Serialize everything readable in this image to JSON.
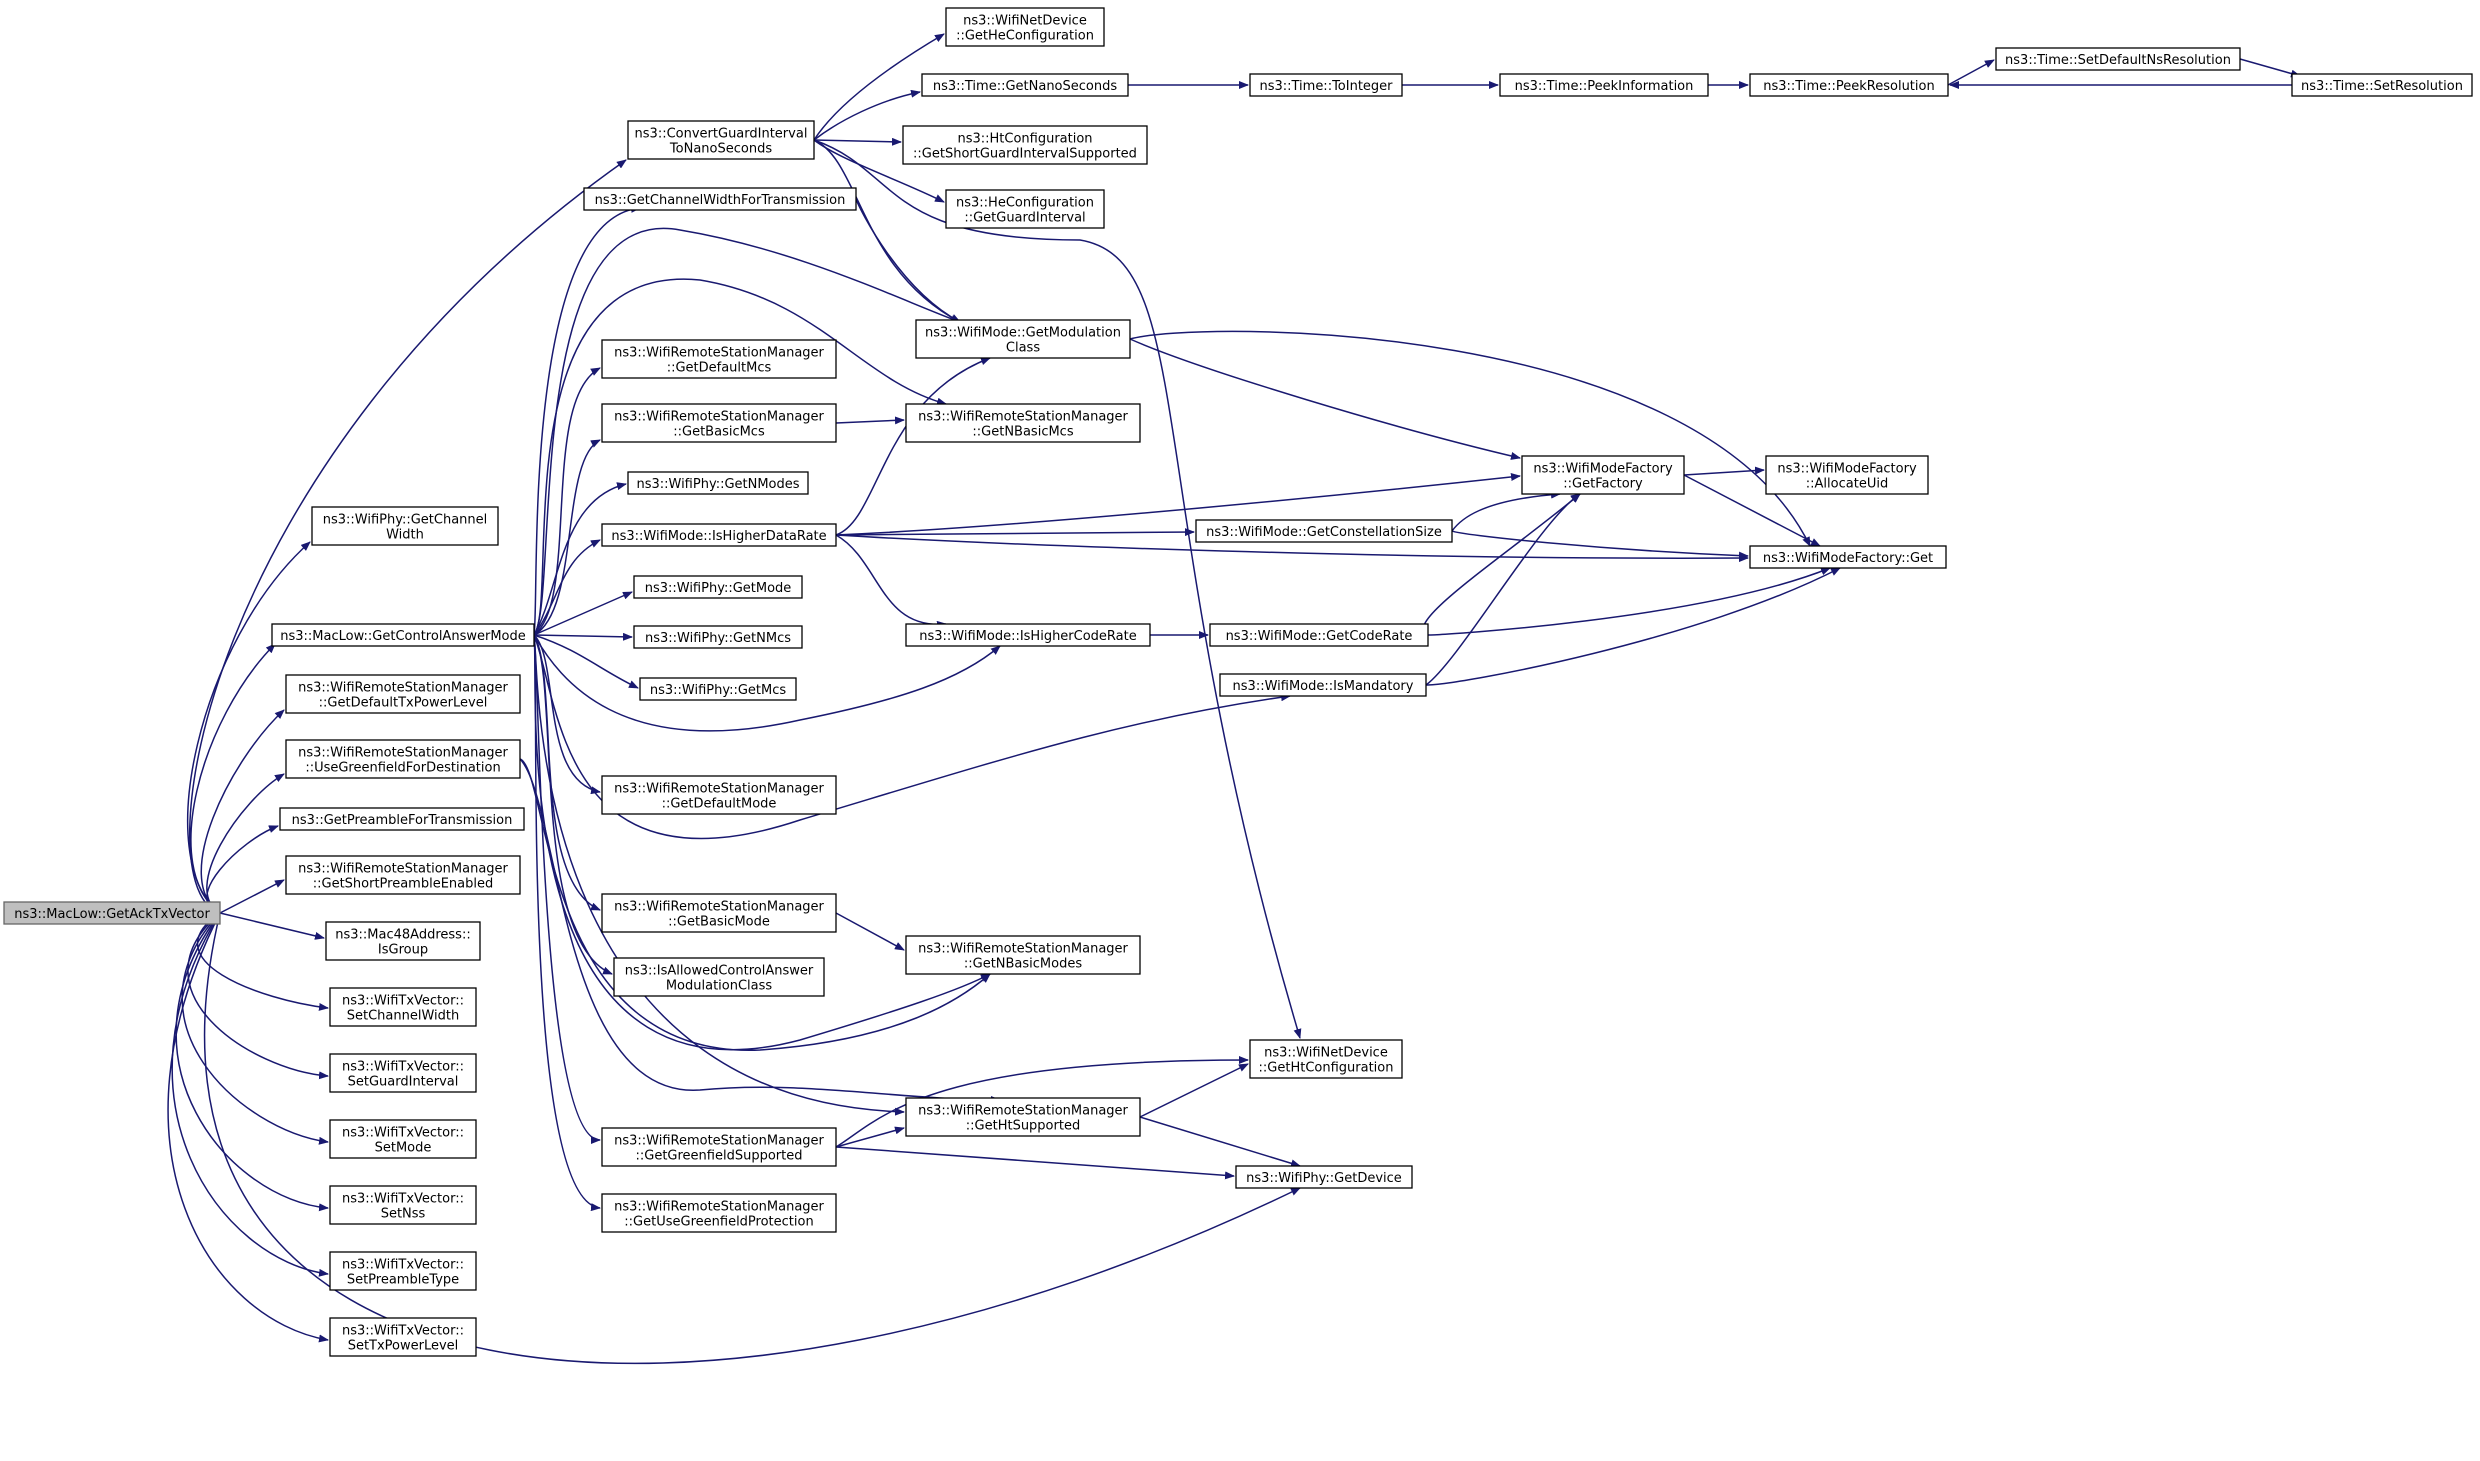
{
  "graph": {
    "edge_color": "#191970",
    "root_fill": "#bfbfbf",
    "nodes": [
      {
        "id": "getacktxvector",
        "lines": [
          "ns3::MacLow::GetAckTxVector"
        ]
      },
      {
        "id": "convertguardinterval",
        "lines": [
          "ns3::ConvertGuardInterval",
          "ToNanoSeconds"
        ]
      },
      {
        "id": "phy-getchannelwidth",
        "lines": [
          "ns3::WifiPhy::GetChannel",
          "Width"
        ]
      },
      {
        "id": "getcontrolanswermode",
        "lines": [
          "ns3::MacLow::GetControlAnswerMode"
        ]
      },
      {
        "id": "getdefaulttxpowerlevel",
        "lines": [
          "ns3::WifiRemoteStationManager",
          "::GetDefaultTxPowerLevel"
        ]
      },
      {
        "id": "usegreenfieldfordestination",
        "lines": [
          "ns3::WifiRemoteStationManager",
          "::UseGreenfieldForDestination"
        ]
      },
      {
        "id": "getpreamblefortransmission",
        "lines": [
          "ns3::GetPreambleForTransmission"
        ]
      },
      {
        "id": "getshortpreambleenabled",
        "lines": [
          "ns3::WifiRemoteStationManager",
          "::GetShortPreambleEnabled"
        ]
      },
      {
        "id": "isgroup",
        "lines": [
          "ns3::Mac48Address::",
          "IsGroup"
        ]
      },
      {
        "id": "setchannelwidth",
        "lines": [
          "ns3::WifiTxVector::",
          "SetChannelWidth"
        ]
      },
      {
        "id": "setguardinterval",
        "lines": [
          "ns3::WifiTxVector::",
          "SetGuardInterval"
        ]
      },
      {
        "id": "setmode",
        "lines": [
          "ns3::WifiTxVector::",
          "SetMode"
        ]
      },
      {
        "id": "setnss",
        "lines": [
          "ns3::WifiTxVector::",
          "SetNss"
        ]
      },
      {
        "id": "setpreambletype",
        "lines": [
          "ns3::WifiTxVector::",
          "SetPreambleType"
        ]
      },
      {
        "id": "settxpowerlevel",
        "lines": [
          "ns3::WifiTxVector::",
          "SetTxPowerLevel"
        ]
      },
      {
        "id": "getheconfiguration",
        "lines": [
          "ns3::WifiNetDevice",
          "::GetHeConfiguration"
        ]
      },
      {
        "id": "getnanoseconds",
        "lines": [
          "ns3::Time::GetNanoSeconds"
        ]
      },
      {
        "id": "getshortguardintervalsupported",
        "lines": [
          "ns3::HtConfiguration",
          "::GetShortGuardIntervalSupported"
        ]
      },
      {
        "id": "getguardinterval",
        "lines": [
          "ns3::HeConfiguration",
          "::GetGuardInterval"
        ]
      },
      {
        "id": "getchannelwidthfortransmission",
        "lines": [
          "ns3::GetChannelWidthForTransmission"
        ]
      },
      {
        "id": "getmodulationclass",
        "lines": [
          "ns3::WifiMode::GetModulation",
          "Class"
        ]
      },
      {
        "id": "getdefaultmcs",
        "lines": [
          "ns3::WifiRemoteStationManager",
          "::GetDefaultMcs"
        ]
      },
      {
        "id": "getbasicmcs",
        "lines": [
          "ns3::WifiRemoteStationManager",
          "::GetBasicMcs"
        ]
      },
      {
        "id": "getnbasicmcs",
        "lines": [
          "ns3::WifiRemoteStationManager",
          "::GetNBasicMcs"
        ]
      },
      {
        "id": "getnmodes",
        "lines": [
          "ns3::WifiPhy::GetNModes"
        ]
      },
      {
        "id": "ishigherdatarate",
        "lines": [
          "ns3::WifiMode::IsHigherDataRate"
        ]
      },
      {
        "id": "phy-getmode",
        "lines": [
          "ns3::WifiPhy::GetMode"
        ]
      },
      {
        "id": "getnmcs",
        "lines": [
          "ns3::WifiPhy::GetNMcs"
        ]
      },
      {
        "id": "getmcs",
        "lines": [
          "ns3::WifiPhy::GetMcs"
        ]
      },
      {
        "id": "ishighercoderate",
        "lines": [
          "ns3::WifiMode::IsHigherCodeRate"
        ]
      },
      {
        "id": "getdefaultmode",
        "lines": [
          "ns3::WifiRemoteStationManager",
          "::GetDefaultMode"
        ]
      },
      {
        "id": "getbasicmode",
        "lines": [
          "ns3::WifiRemoteStationManager",
          "::GetBasicMode"
        ]
      },
      {
        "id": "getnbasicmodes",
        "lines": [
          "ns3::WifiRemoteStationManager",
          "::GetNBasicModes"
        ]
      },
      {
        "id": "isallowedcontrolanswer",
        "lines": [
          "ns3::IsAllowedControlAnswer",
          "ModulationClass"
        ]
      },
      {
        "id": "gethtconfiguration",
        "lines": [
          "ns3::WifiNetDevice",
          "::GetHtConfiguration"
        ]
      },
      {
        "id": "gethtsupported",
        "lines": [
          "ns3::WifiRemoteStationManager",
          "::GetHtSupported"
        ]
      },
      {
        "id": "getgreenfieldsupported",
        "lines": [
          "ns3::WifiRemoteStationManager",
          "::GetGreenfieldSupported"
        ]
      },
      {
        "id": "getusegreenfieldprotection",
        "lines": [
          "ns3::WifiRemoteStationManager",
          "::GetUseGreenfieldProtection"
        ]
      },
      {
        "id": "phy-getdevice",
        "lines": [
          "ns3::WifiPhy::GetDevice"
        ]
      },
      {
        "id": "tointeger",
        "lines": [
          "ns3::Time::ToInteger"
        ]
      },
      {
        "id": "peekinformation",
        "lines": [
          "ns3::Time::PeekInformation"
        ]
      },
      {
        "id": "peekresolution",
        "lines": [
          "ns3::Time::PeekResolution"
        ]
      },
      {
        "id": "setdefaultnsresolution",
        "lines": [
          "ns3::Time::SetDefaultNsResolution"
        ]
      },
      {
        "id": "setresolution",
        "lines": [
          "ns3::Time::SetResolution"
        ]
      },
      {
        "id": "modefactory-getfactory",
        "lines": [
          "ns3::WifiModeFactory",
          "::GetFactory"
        ]
      },
      {
        "id": "allocateuid",
        "lines": [
          "ns3::WifiModeFactory",
          "::AllocateUid"
        ]
      },
      {
        "id": "modefactory-get",
        "lines": [
          "ns3::WifiModeFactory::Get"
        ]
      },
      {
        "id": "getconstellationsize",
        "lines": [
          "ns3::WifiMode::GetConstellationSize"
        ]
      },
      {
        "id": "getcoderate",
        "lines": [
          "ns3::WifiMode::GetCodeRate"
        ]
      },
      {
        "id": "ismandatory",
        "lines": [
          "ns3::WifiMode::IsMandatory"
        ]
      }
    ]
  }
}
